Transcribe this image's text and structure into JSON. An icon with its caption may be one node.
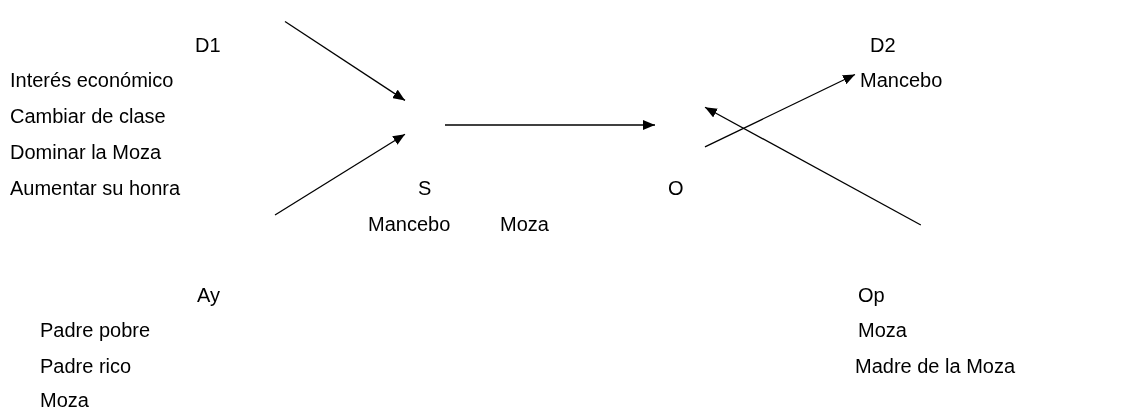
{
  "diagram": {
    "nodes": [
      {
        "text": [
          "D1",
          "Interés económico",
          "Cambiar de clase",
          "Dominar la Moza",
          "Aumentar su honra"
        ]
      },
      {
        "text": [
          "S"
        ],
        "beside": [
          "Mancebo"
        ]
      },
      {
        "text": [
          "O"
        ]
      },
      {
        "text": [
          "D2",
          "Mancebo"
        ]
      },
      {
        "text": [
          "Ay",
          "Padre pobre",
          "Padre rico",
          "Moza"
        ]
      },
      {
        "text": [
          "Op",
          "Moza",
          "Madre de la Moza"
        ]
      }
    ],
    "edges": [
      {
        "from": 0,
        "to": 1,
        "arrow": "to"
      },
      {
        "from": null,
        "to": 1,
        "arrow": "to"
      },
      {
        "from": 1,
        "to": 2,
        "arrow": "to"
      },
      {
        "from": 2,
        "to": 3,
        "arrow": "to"
      },
      {
        "from": 5,
        "to": 2,
        "arrow": "to"
      }
    ],
    "labels": [
      "Moza"
    ]
  }
}
